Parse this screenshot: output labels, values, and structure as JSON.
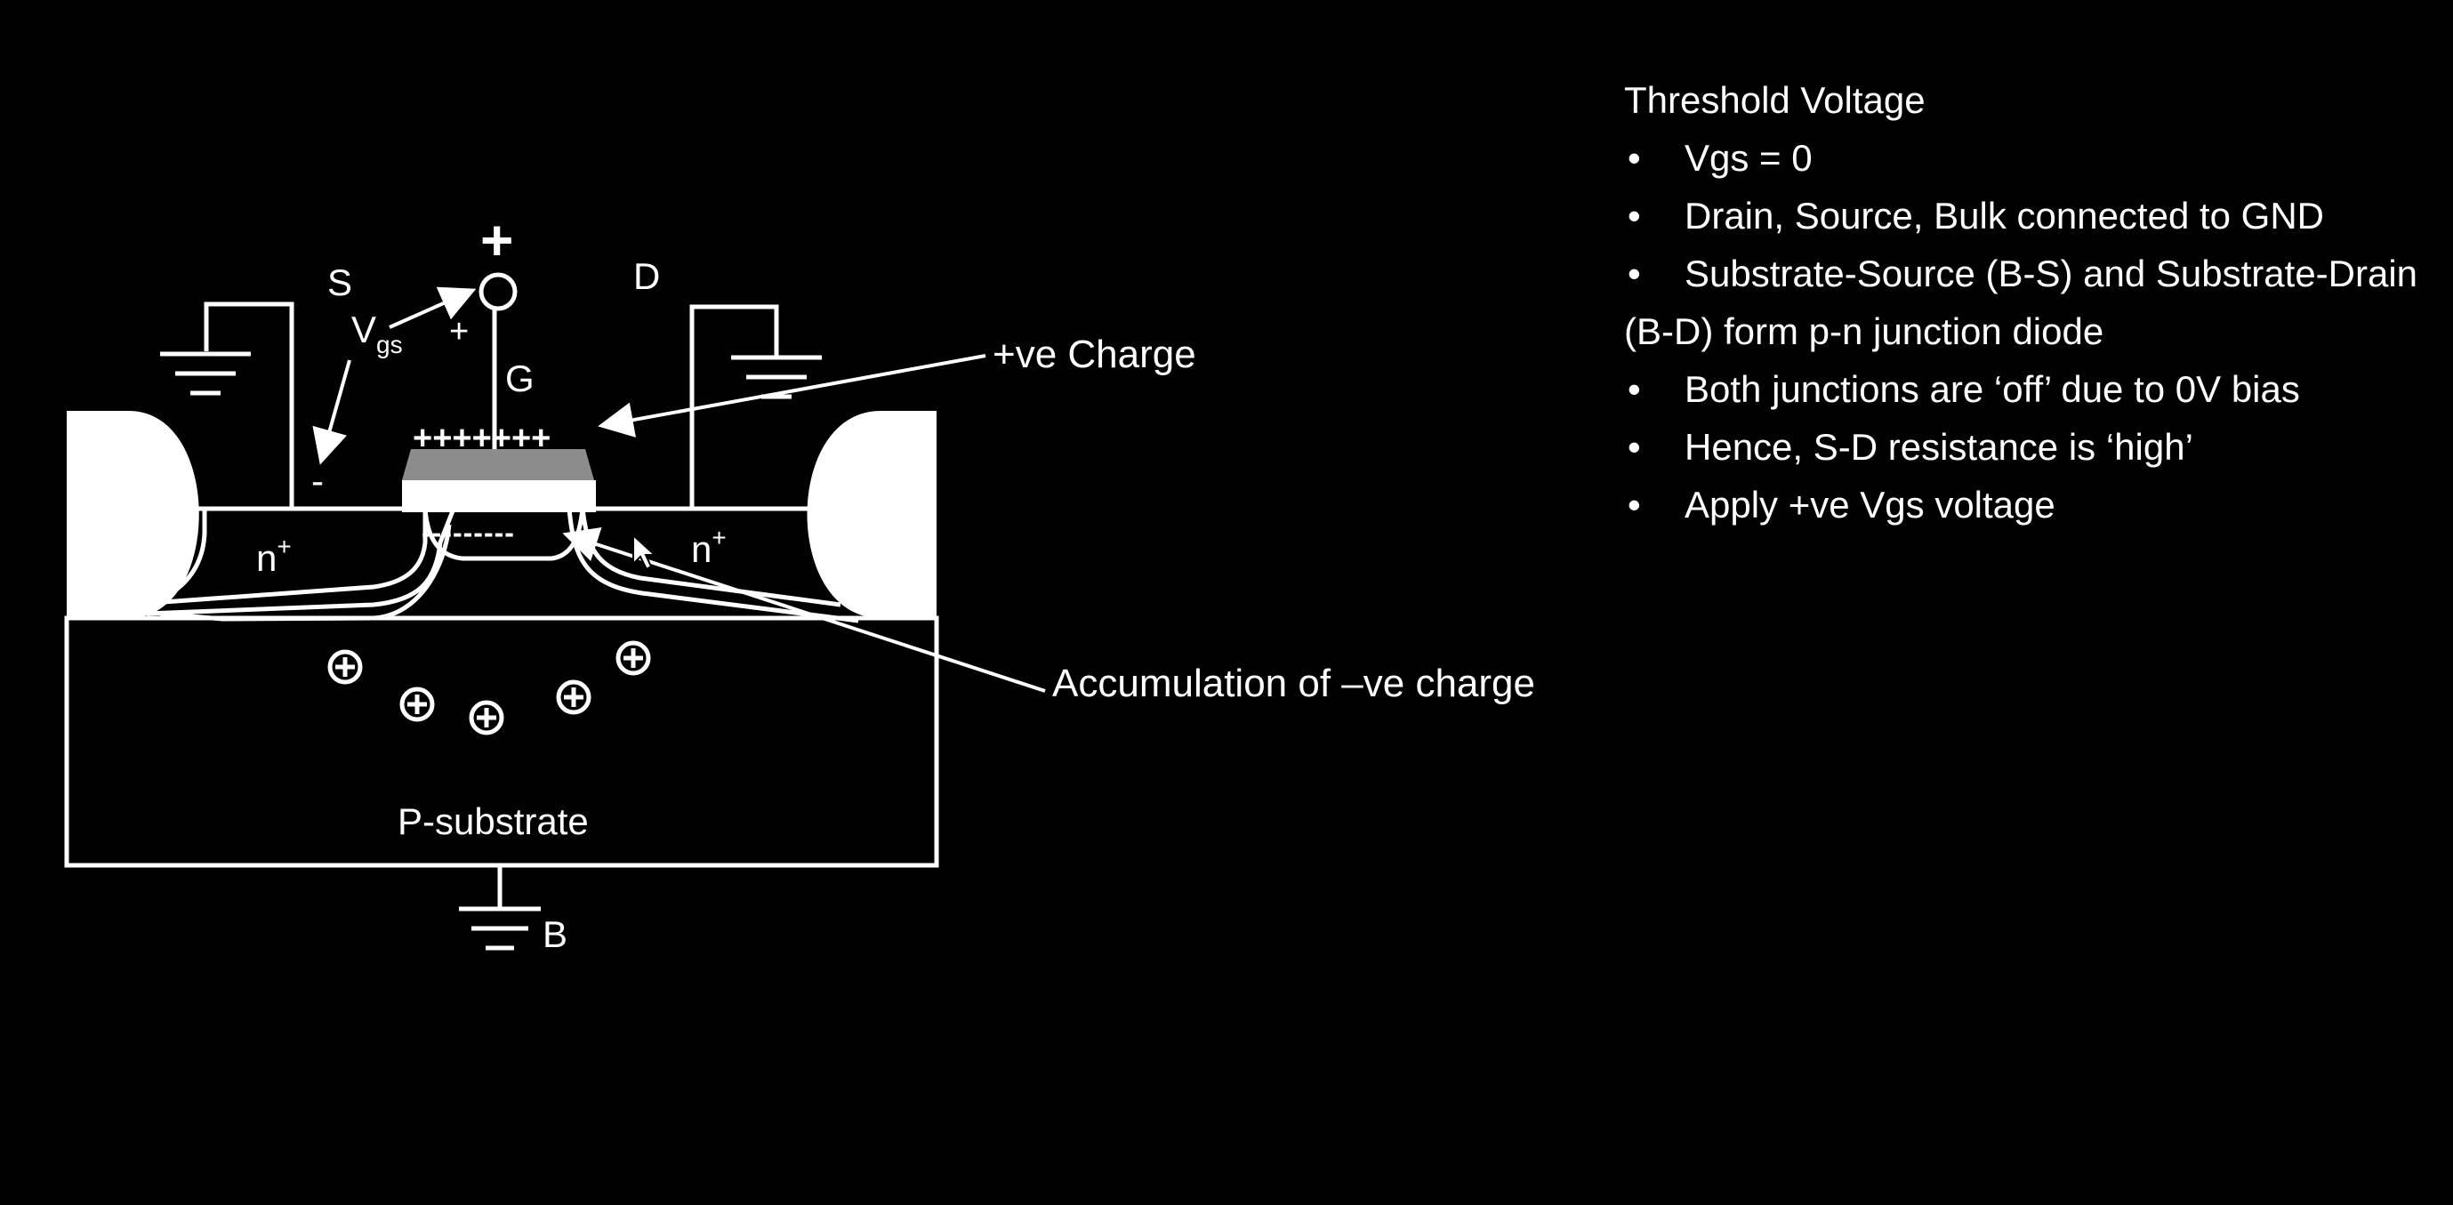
{
  "diagram": {
    "labels": {
      "source": "S",
      "drain": "D",
      "gate": "G",
      "bulk": "B",
      "plus_terminal": "+",
      "vgs_main": "V",
      "vgs_sub": "gs",
      "vgs_plus": "+",
      "vgs_minus": "-",
      "n_plus_left": "n",
      "n_plus_right": "n",
      "superscript": "+",
      "gate_charge": "+++++++",
      "channel_charge": "---------",
      "substrate": "P-substrate"
    },
    "annotations": {
      "positive_charge": "+ve Charge",
      "negative_accumulation": "Accumulation of –ve charge"
    },
    "hole_symbol": "⊕",
    "colors": {
      "background": "#000000",
      "lines": "#ffffff",
      "gate_metal": "#8c8c8c"
    }
  },
  "notes": {
    "title": "Threshold Voltage",
    "bullets": [
      "Vgs = 0",
      "Drain, Source, Bulk connected to GND",
      "Substrate-Source (B-S) and Substrate-Drain (B-D) form p-n junction diode",
      "Both junctions are ‘off’ due to 0V bias",
      "Hence, S-D resistance is ‘high’",
      "Apply +ve Vgs voltage"
    ]
  }
}
